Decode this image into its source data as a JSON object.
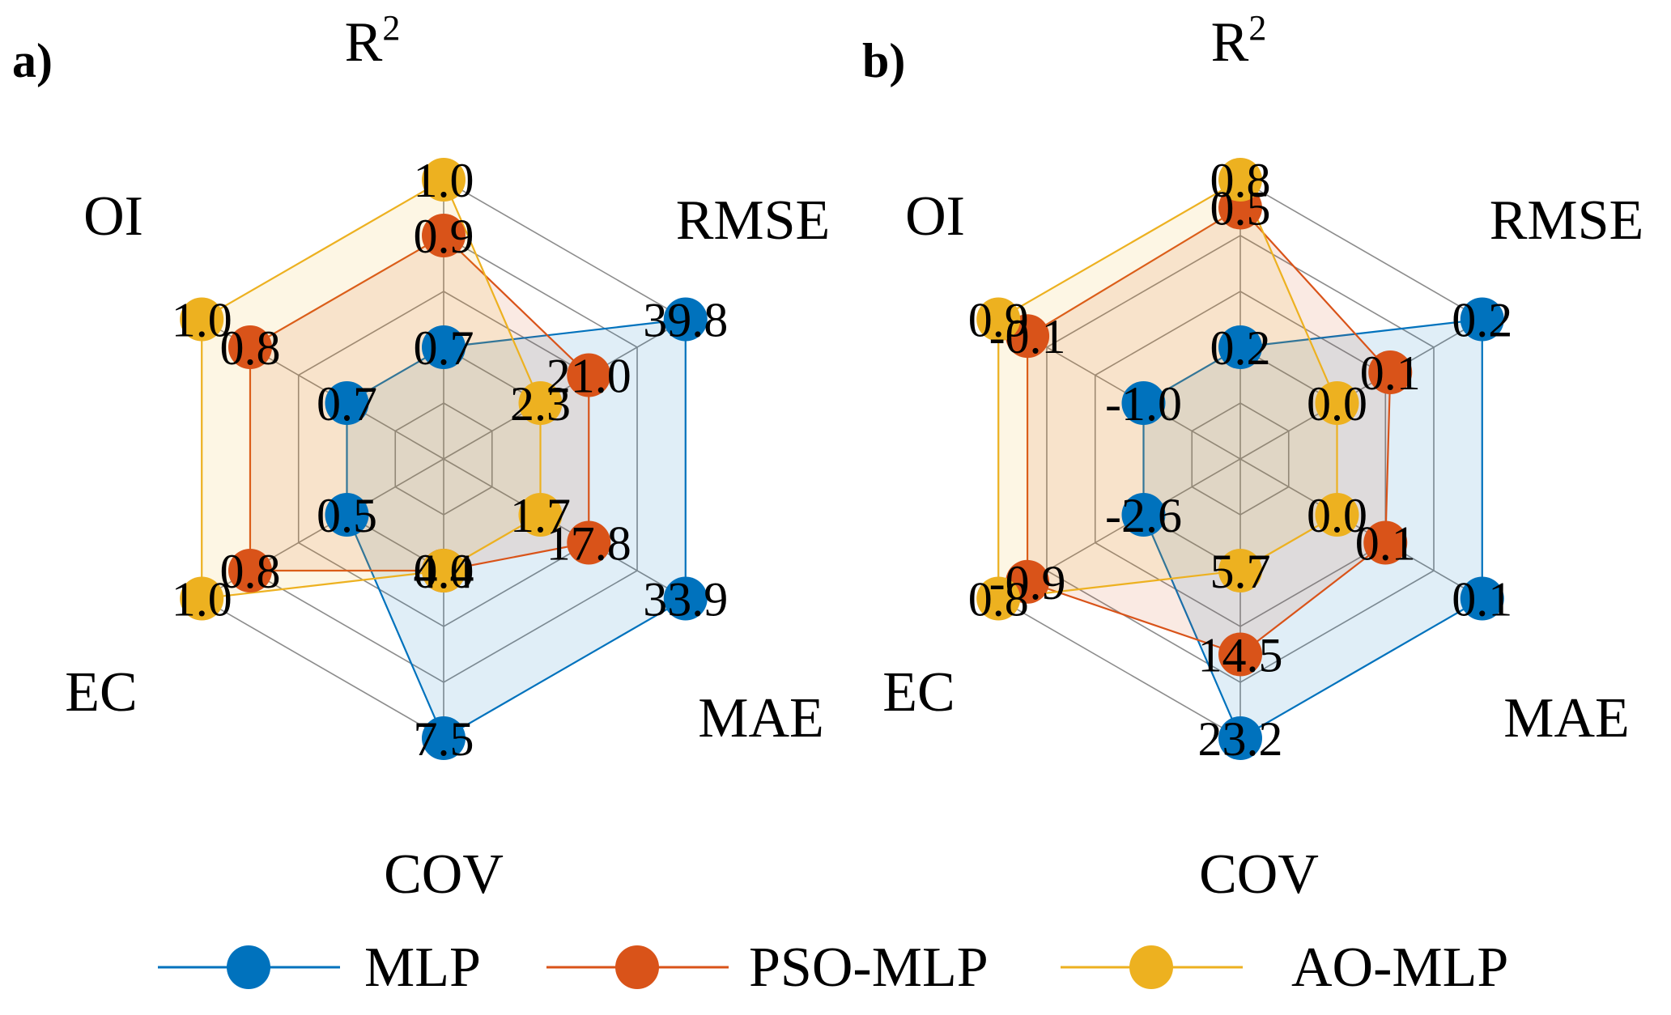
{
  "colors": {
    "MLP": "#0072bd",
    "PSO-MLP": "#d95319",
    "AO-MLP": "#edb120",
    "grid": "#8c8c8c"
  },
  "legend": [
    {
      "name": "MLP"
    },
    {
      "name": "PSO-MLP"
    },
    {
      "name": "AO-MLP"
    }
  ],
  "chart_data": [
    {
      "type": "radar",
      "panel_label": "a)",
      "axes": [
        {
          "label": "R",
          "sup": "2"
        },
        {
          "label": "RMSE",
          "sup": ""
        },
        {
          "label": "MAE",
          "sup": ""
        },
        {
          "label": "COV",
          "sup": ""
        },
        {
          "label": "EC",
          "sup": ""
        },
        {
          "label": "OI",
          "sup": ""
        }
      ],
      "series": [
        {
          "name": "MLP",
          "values": [
            "0.7",
            "39.8",
            "33.9",
            "7.5",
            "0.5",
            "0.7"
          ],
          "levels": [
            2,
            5,
            5,
            5,
            2,
            2
          ]
        },
        {
          "name": "PSO-MLP",
          "values": [
            "0.9",
            "21.0",
            "17.8",
            "4.0",
            "0.8",
            "0.8"
          ],
          "levels": [
            4,
            3,
            3,
            2,
            4,
            4
          ]
        },
        {
          "name": "AO-MLP",
          "values": [
            "1.0",
            "2.3",
            "1.7",
            "0.4",
            "1.0",
            "1.0"
          ],
          "levels": [
            5,
            2,
            2,
            2,
            5,
            5
          ]
        }
      ]
    },
    {
      "type": "radar",
      "panel_label": "b)",
      "axes": [
        {
          "label": "R",
          "sup": "2"
        },
        {
          "label": "RMSE",
          "sup": ""
        },
        {
          "label": "MAE",
          "sup": ""
        },
        {
          "label": "COV",
          "sup": ""
        },
        {
          "label": "EC",
          "sup": ""
        },
        {
          "label": "OI",
          "sup": ""
        }
      ],
      "series": [
        {
          "name": "MLP",
          "values": [
            "0.2",
            "0.2",
            "0.1",
            "23.2",
            "-2.6",
            "-1.0"
          ],
          "levels": [
            2,
            5,
            5,
            5,
            2,
            2
          ]
        },
        {
          "name": "PSO-MLP",
          "values": [
            "0.5",
            "0.1",
            "0.1",
            "14.5",
            "-0.9",
            "-0.1"
          ],
          "levels": [
            4.5,
            3.1,
            3,
            3.5,
            4.4,
            4.4
          ]
        },
        {
          "name": "AO-MLP",
          "values": [
            "0.8",
            "0.0",
            "0.0",
            "5.7",
            "0.8",
            "0.9"
          ],
          "levels": [
            5,
            2,
            2,
            2,
            5,
            5
          ]
        }
      ]
    }
  ]
}
